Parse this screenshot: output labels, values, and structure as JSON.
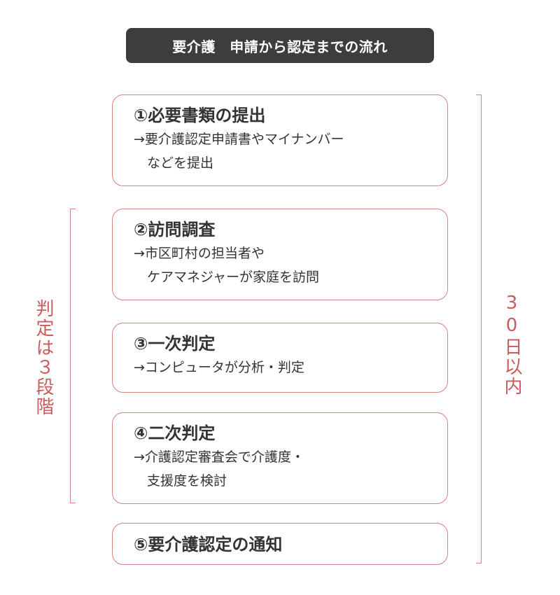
{
  "title": "要介護　申請から認定までの流れ",
  "steps": [
    {
      "title": "①必要書類の提出",
      "desc": "→要介護認定申請書やマイナンバー\n　などを提出"
    },
    {
      "title": "②訪問調査",
      "desc": "→市区町村の担当者や\n　ケアマネジャーが家庭を訪問"
    },
    {
      "title": "③一次判定",
      "desc": "→コンピュータが分析・判定"
    },
    {
      "title": "④二次判定",
      "desc": "→介護認定審査会で介護度・\n　支援度を検討"
    },
    {
      "title": "⑤要介護認定の通知",
      "desc": ""
    }
  ],
  "right_label": "30日以内",
  "left_label": "判定は３段階",
  "colors": {
    "accent": "#d98080",
    "label_text": "#c95c5c",
    "title_bar": "#3d3d3d",
    "text": "#333333"
  }
}
